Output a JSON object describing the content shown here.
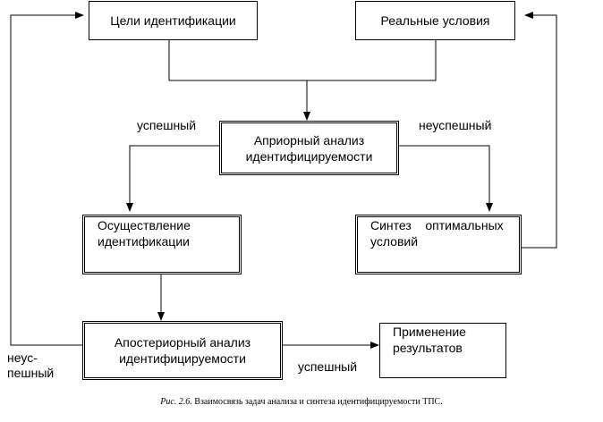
{
  "boxes": {
    "goals": "Цели идентификации",
    "real_conditions": "Реальные условия",
    "apriori_line1": "Априорный анализ",
    "apriori_line2": "идентифицируемости",
    "implementation_line1": "Осуществление",
    "implementation_line2": "идентификации",
    "synthesis_line1": "Синтез    оптимальных",
    "synthesis_line2": "условий",
    "aposteriori_line1": "Апостериорный анализ",
    "aposteriori_line2": "идентифицируемости",
    "application_line1": "Применение",
    "application_line2": "результатов"
  },
  "labels": {
    "success_left": "успешный",
    "fail_right": "неуспешный",
    "fail_bottom_line1": "неус-",
    "fail_bottom_line2": "пешный",
    "success_bottom": "успешный"
  },
  "caption": {
    "prefix": "Рис. 2.6.",
    "text": "Взаимосвязь задач анализа и синтеза идентифицируемости ТПС."
  }
}
